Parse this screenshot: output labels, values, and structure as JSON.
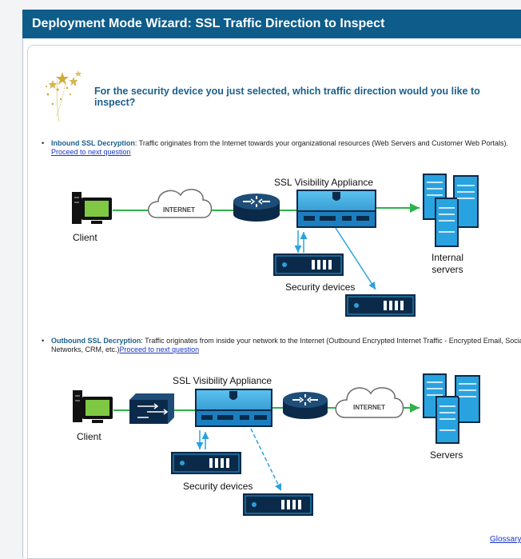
{
  "window": {
    "title": "Deployment Mode Wizard: SSL Traffic Direction to Inspect"
  },
  "question": "For the security device you just selected, which traffic direction would you like to inspect?",
  "inbound": {
    "title": "Inbound SSL Decryption",
    "description": ": Traffic originates from the Internet towards your organizational resources (Web Servers and Customer Web Portals). ",
    "link": "Proceed to next question",
    "diagram": {
      "client_label": "Client",
      "internet_label": "INTERNET",
      "appliance_label": "SSL Visibility Appliance",
      "security_label": "Security devices",
      "servers_label_line1": "Internal",
      "servers_label_line2": "servers"
    }
  },
  "outbound": {
    "title": "Outbound SSL Decryption",
    "description": ": Traffic originates from inside your network to the Internet (Outbound Encrypted Internet Traffic - Encrypted Email, Social Networks, CRM, etc.)",
    "link": "Proceed to next question",
    "diagram": {
      "client_label": "Client",
      "internet_label": "INTERNET",
      "appliance_label": "SSL Visibility Appliance",
      "security_label": "Security devices",
      "servers_label": "Servers"
    }
  },
  "footer": {
    "glossary": "Glossary"
  },
  "colors": {
    "title_bar": "#0e5c8a",
    "heading": "#1b5f8c",
    "link": "#1a34c9",
    "device_navy": "#0b2a4a",
    "device_blue": "#2a9fd6",
    "connector_green": "#2db34a",
    "connector_blue": "#29a3e0"
  }
}
